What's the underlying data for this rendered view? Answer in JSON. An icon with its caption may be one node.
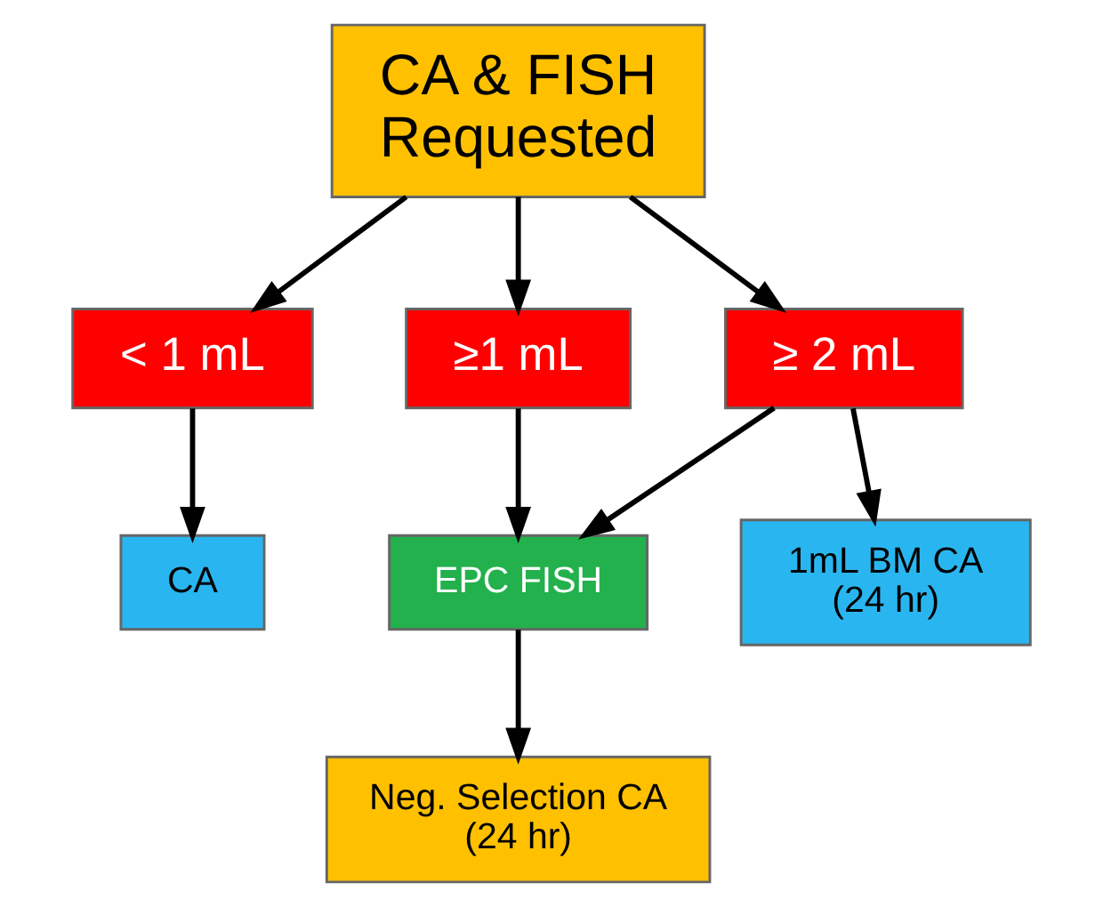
{
  "diagram": {
    "nodes": [
      {
        "text": [
          "CA & FISH Requested"
        ]
      },
      {
        "text": [
          "< 1 mL"
        ]
      },
      {
        "text": [
          "≥1 mL"
        ]
      },
      {
        "text": [
          "≥ 2 mL"
        ]
      },
      {
        "text": [
          "CA"
        ]
      },
      {
        "text": [
          "EPC FISH"
        ]
      },
      {
        "text": [
          "1mL BM CA (24 hr)"
        ]
      },
      {
        "text": [
          "Neg. Selection CA (24 hr)"
        ]
      }
    ],
    "edges": [
      {
        "from": 0,
        "to": 1,
        "arrow": "to"
      },
      {
        "from": 0,
        "to": 2,
        "arrow": "to"
      },
      {
        "from": 0,
        "to": 3,
        "arrow": "to"
      },
      {
        "from": 1,
        "to": 4,
        "arrow": "to"
      },
      {
        "from": 2,
        "to": 5,
        "arrow": "to"
      },
      {
        "from": 3,
        "to": 5,
        "arrow": "to"
      },
      {
        "from": 3,
        "to": 6,
        "arrow": "to"
      },
      {
        "from": 5,
        "to": 7,
        "arrow": "to"
      }
    ]
  }
}
